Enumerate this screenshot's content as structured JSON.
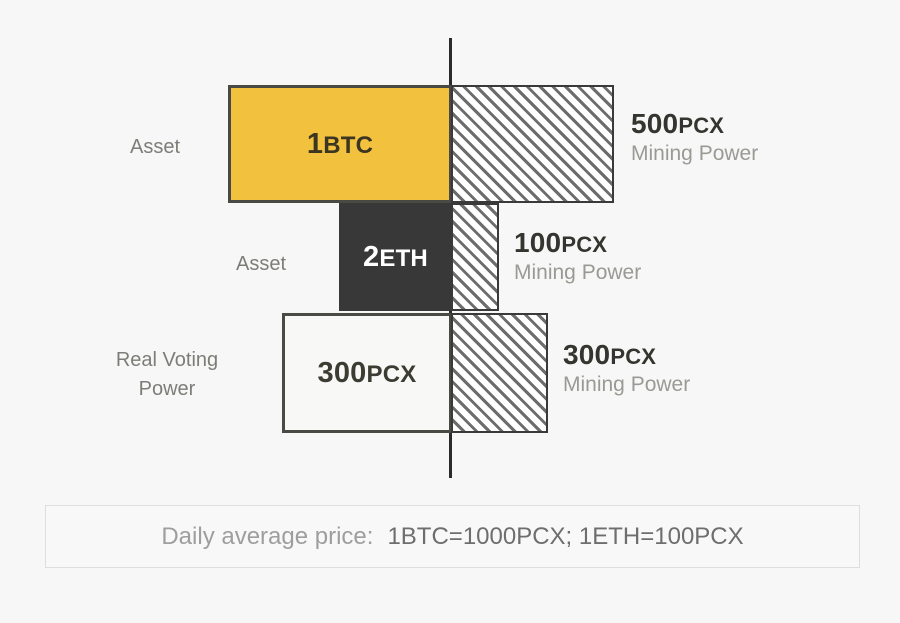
{
  "diagram": {
    "title_colors": {
      "background": "#f7f7f7",
      "asset_btc_fill": "#f2c23f",
      "asset_eth_fill": "#383838",
      "voting_fill": "#f8f8f6",
      "stroke": "#4a4a45",
      "hatch_line": "#6d6d6d",
      "caption_gray": "#7d7d78",
      "sub_gray": "#9a9a95"
    },
    "divider": {
      "name": "center-axis-line"
    },
    "rows": [
      {
        "left_caption": "Asset",
        "box_label_value": "1",
        "box_label_unit": "BTC",
        "right_amount_value": "500",
        "right_amount_unit": "PCX",
        "right_sub": "Mining Power"
      },
      {
        "left_caption": "Asset",
        "box_label_value": "2",
        "box_label_unit": "ETH",
        "right_amount_value": "100",
        "right_amount_unit": "PCX",
        "right_sub": "Mining Power"
      },
      {
        "left_caption": "Real Voting\nPower",
        "box_label_value": "300",
        "box_label_unit": "PCX",
        "right_amount_value": "300",
        "right_amount_unit": "PCX",
        "right_sub": "Mining Power"
      }
    ],
    "footer": {
      "label": "Daily average price:",
      "value": "1BTC=1000PCX; 1ETH=100PCX"
    }
  },
  "chart_data": {
    "type": "bar",
    "title": "",
    "categories": [
      "1BTC asset",
      "2ETH asset",
      "Real Voting Power"
    ],
    "series": [
      {
        "name": "Asset (left of axis)",
        "values": [
          1,
          2,
          300
        ],
        "units": [
          "BTC",
          "ETH",
          "PCX"
        ]
      },
      {
        "name": "Mining Power (right of axis, PCX)",
        "values": [
          500,
          100,
          300
        ]
      }
    ],
    "annotations": [
      "1BTC = 1000PCX",
      "1ETH = 100PCX"
    ],
    "notes": "Horizontal back-to-back bars split by a central vertical axis; left side shows held asset, right hatched side shows derived mining power in PCX."
  }
}
